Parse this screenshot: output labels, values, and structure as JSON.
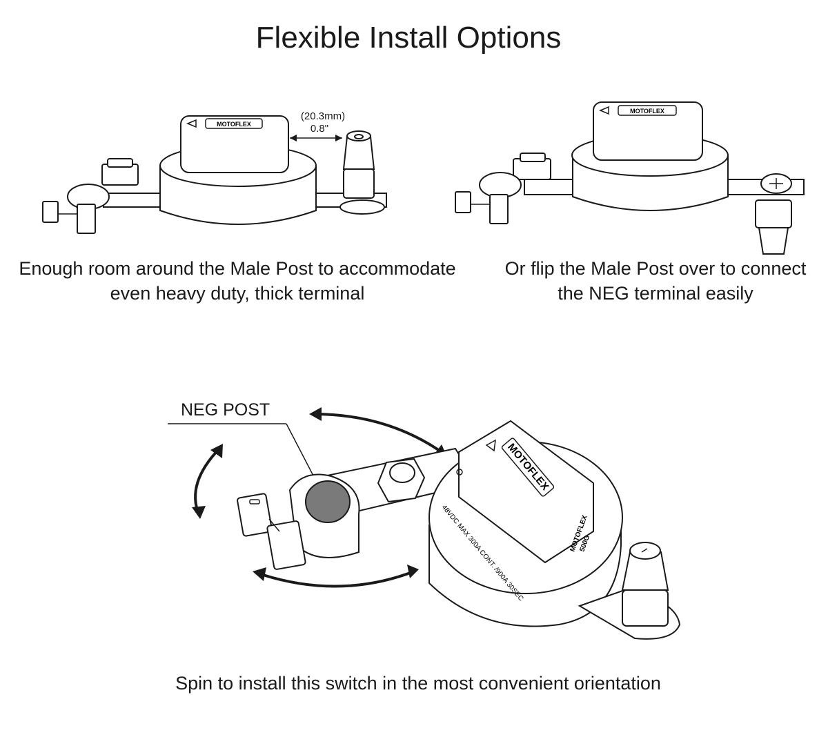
{
  "title": "Flexible Install Options",
  "dimension": {
    "mm": "(20.3mm)",
    "inch": "0.8\""
  },
  "captions": {
    "left": {
      "line1": "Enough room around the Male Post to accommodate",
      "line2": "even heavy duty, thick terminal"
    },
    "right": {
      "line1": "Or flip the Male Post over to connect",
      "line2": "the NEG terminal easily"
    },
    "bottom": "Spin to install this switch in the most convenient orientation"
  },
  "neg_post_label": "NEG POST",
  "brand": "MOTOFLEX",
  "model": "500G",
  "rating_text": "48VDC MAX 300A CONT. /900A 30SEC",
  "neg_post_color": "#7a7a7a"
}
